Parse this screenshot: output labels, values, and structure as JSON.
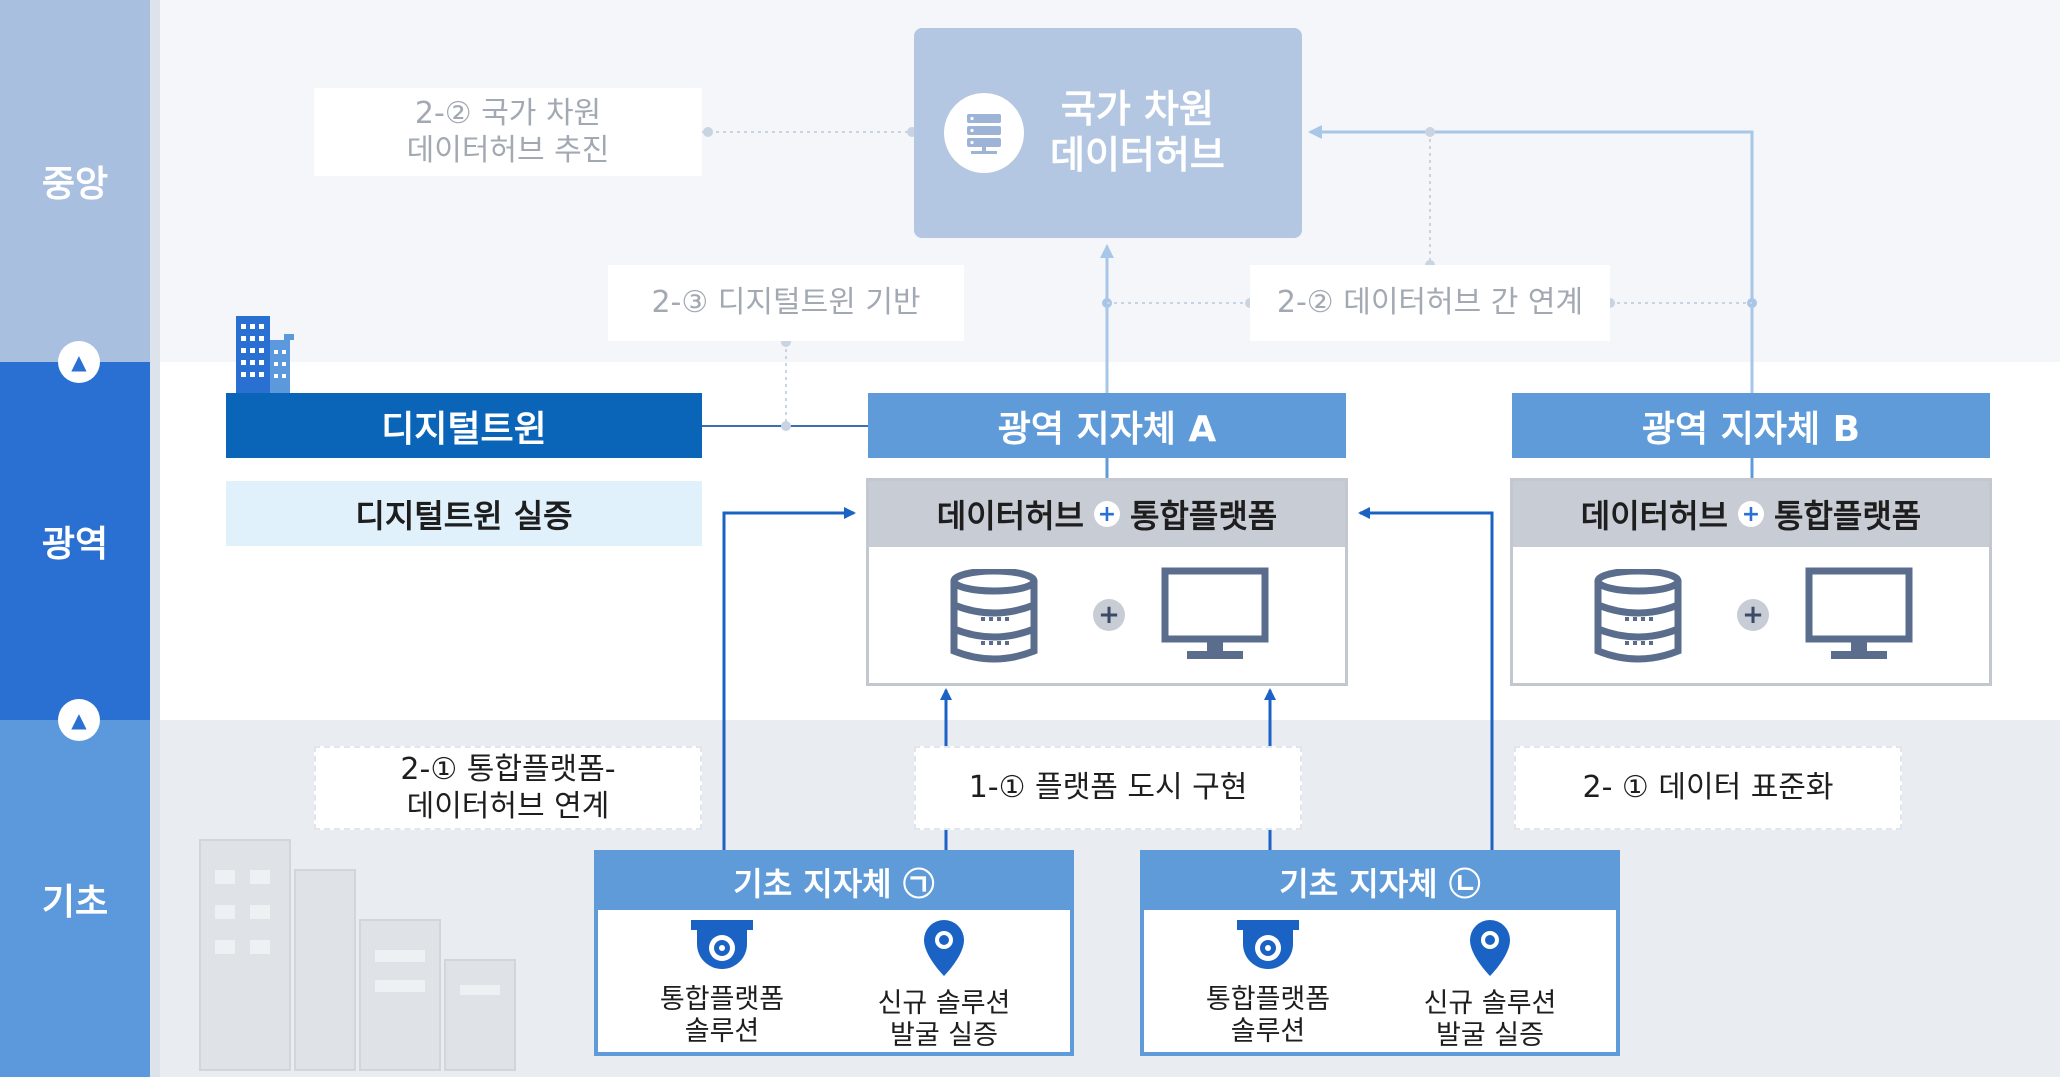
{
  "levels": {
    "central": "중앙",
    "regional": "광역",
    "basic": "기초"
  },
  "notes": {
    "national_hub_push": "2-② 국가 차원\n데이터허브 추진",
    "digital_twin_base": "2-③ 디지털트윈 기반",
    "hub_link": "2-② 데이터허브 간 연계",
    "platform_hub_link": "2-① 통합플랫폼-\n데이터허브 연계",
    "platform_city": "1-① 플랫폼 도시 구현",
    "data_standard": "2- ① 데이터 표준화"
  },
  "national_hub": {
    "title": "국가 차원\n데이터허브",
    "icon": "server-icon"
  },
  "digital_twin": {
    "title": "디지털트윈",
    "verify": "디지털트윈 실증",
    "icon": "building-icon"
  },
  "regional_a": {
    "title": "광역 지자체 A",
    "platform_left": "데이터허브",
    "platform_right": "통합플랫폼",
    "plus": "+",
    "icons": [
      "database-icon",
      "monitor-icon"
    ]
  },
  "regional_b": {
    "title": "광역 지자체 B",
    "platform_left": "데이터허브",
    "platform_right": "통합플랫폼",
    "plus": "+",
    "icons": [
      "database-icon",
      "monitor-icon"
    ]
  },
  "basic_1": {
    "title": "기초 지자체 ㉠",
    "item1": "통합플랫폼\n솔루션",
    "item2": "신규 솔루션\n발굴 실증",
    "icons": [
      "cctv-icon",
      "location-pin-icon"
    ]
  },
  "basic_2": {
    "title": "기초 지자체 ㉡",
    "item1": "통합플랫폼\n솔루션",
    "item2": "신규 솔루션\n발굴 실증",
    "icons": [
      "cctv-icon",
      "location-pin-icon"
    ]
  },
  "colors": {
    "central": "#a9bfdf",
    "regional": "#2a6fd2",
    "basic": "#5b98dc",
    "bar": "#5f9bd9",
    "digital_twin": "#0a64b8",
    "arrow": "#1a63c4",
    "light_arrow": "#a8c7e8"
  }
}
